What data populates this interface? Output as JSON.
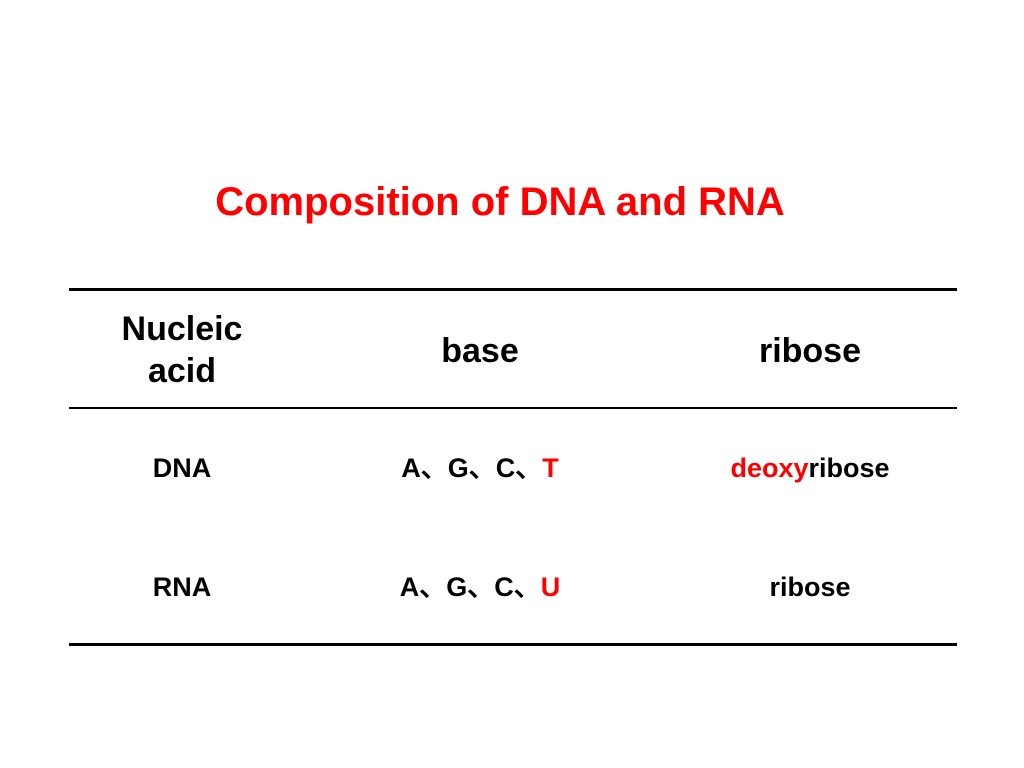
{
  "title": "Composition of DNA and RNA",
  "colors": {
    "accent": "#ff0000",
    "text": "#000000"
  },
  "table": {
    "headers": {
      "nucleic_line1": "Nucleic",
      "nucleic_line2": "acid",
      "base": "base",
      "ribose": "ribose"
    },
    "rows": [
      {
        "name": "DNA",
        "base_prefix": "A、G、C、",
        "base_highlight": "T",
        "sugar_highlight": "deoxy",
        "sugar_rest": "ribose"
      },
      {
        "name": "RNA",
        "base_prefix": "A、G、C、",
        "base_highlight": "U",
        "sugar_highlight": "",
        "sugar_rest": "ribose"
      }
    ]
  }
}
